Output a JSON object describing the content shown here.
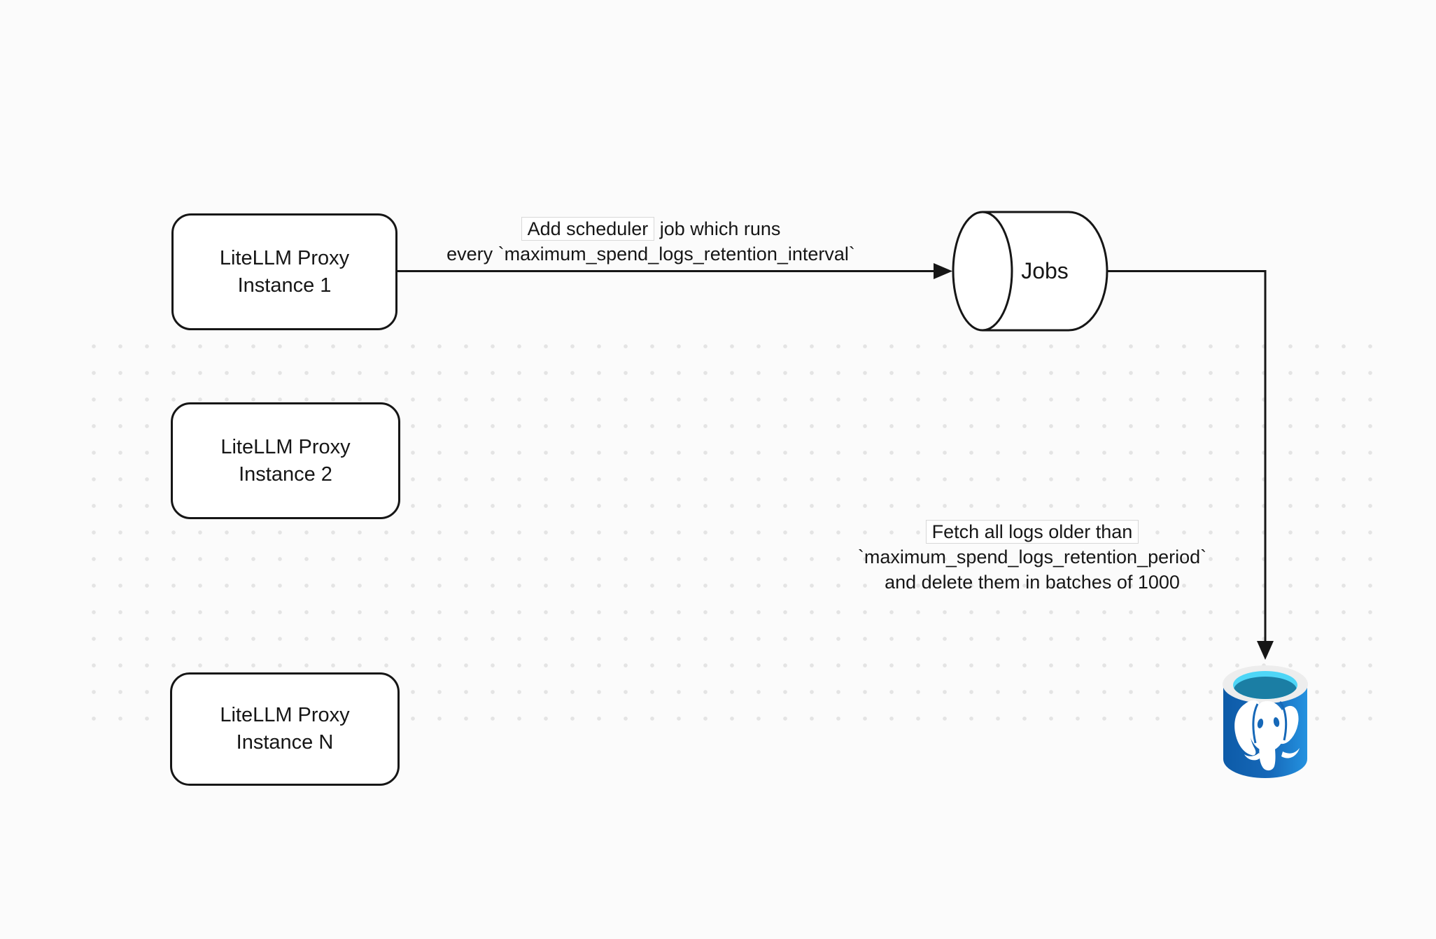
{
  "nodes": {
    "instance1": {
      "line1": "LiteLLM Proxy",
      "line2": "Instance 1"
    },
    "instance2": {
      "line1": "LiteLLM Proxy",
      "line2": "Instance 2"
    },
    "instanceN": {
      "line1": "LiteLLM Proxy",
      "line2": "Instance N"
    },
    "jobs_queue": {
      "label": "Jobs"
    }
  },
  "edges": {
    "schedule_edge": {
      "boxed_text": "Add scheduler",
      "line1_rest": " job which runs",
      "line2": "every `maximum_spend_logs_retention_interval`"
    },
    "cleanup_edge": {
      "line1": "Fetch all logs older than",
      "line2": "`maximum_spend_logs_retention_period`",
      "line3": "and delete them in batches of 1000"
    }
  },
  "icons": {
    "database": "postgresql-database-icon"
  },
  "colors": {
    "dot-color": "#e4e4e4",
    "stroke": "#161616",
    "pg-body-dark": "#0d5ba8",
    "pg-body-mid": "#1668b8",
    "pg-body-light": "#2492e0",
    "pg-rim": "#ededed",
    "pg-cyan": "#4ed6f7",
    "pg-liquid": "#1b7ea4"
  }
}
